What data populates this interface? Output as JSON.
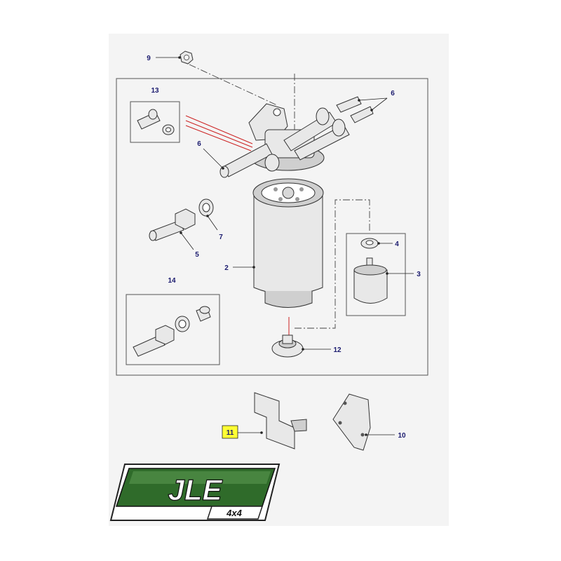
{
  "callouts": {
    "c2": "2",
    "c3": "3",
    "c4": "4",
    "c5": "5",
    "c6a": "6",
    "c6b": "6",
    "c7": "7",
    "c9": "9",
    "c10": "10",
    "c11": "11",
    "c12": "12",
    "c13": "13",
    "c14": "14"
  },
  "logo": {
    "main": "JLE",
    "sub": "4x4"
  },
  "colors": {
    "callout_text": "#1a1a6e",
    "highlight": "#ffff33",
    "logo_green": "#2f6b2a",
    "red_line": "#cc2222"
  }
}
